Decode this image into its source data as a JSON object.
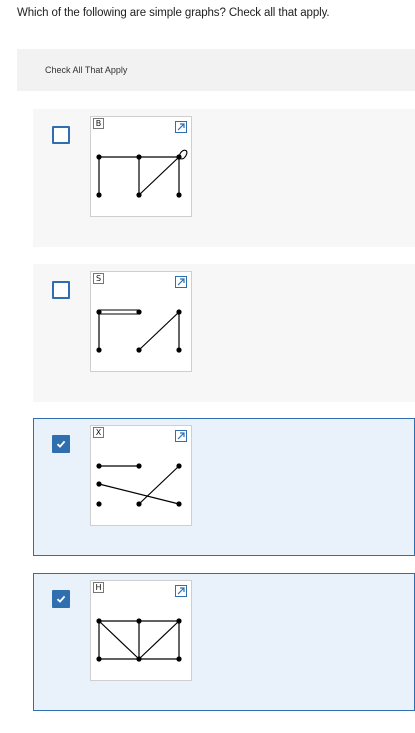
{
  "question": "Which of the following are simple graphs? Check all that apply.",
  "instruction": "Check All That Apply",
  "colors": {
    "accent": "#2f6fb0",
    "selected_bg": "#e9f1fb",
    "option_bg": "#f7f7f7"
  },
  "options": [
    {
      "label": "B",
      "checked": false,
      "icon": "expand-icon"
    },
    {
      "label": "S",
      "checked": false,
      "icon": "expand-icon"
    },
    {
      "label": "X",
      "checked": true,
      "icon": "expand-icon"
    },
    {
      "label": "H",
      "checked": true,
      "icon": "expand-icon"
    }
  ]
}
